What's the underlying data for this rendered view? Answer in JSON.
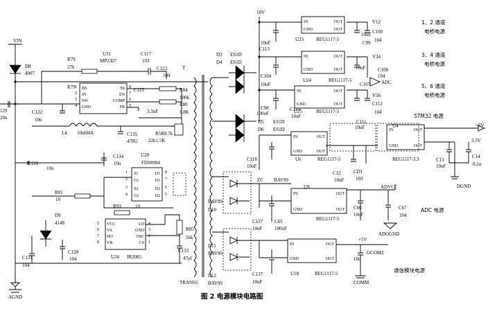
{
  "caption": "图 2 电源模块电路图",
  "input": {
    "vin": "VIN",
    "agnd": "AGND",
    "d8_ref": "D8",
    "d8_val": "4007",
    "c129_ref": "129",
    "c129_val": "20u"
  },
  "u31": {
    "ref": "U31",
    "part": "MP2307",
    "pins_left": [
      "BS",
      "IN",
      "SW",
      "GND"
    ],
    "pins_right": [
      "SS",
      "EN",
      "COMP",
      "FB"
    ],
    "pin_nums_left": [
      "1",
      "2",
      "3",
      "4"
    ],
    "pin_nums_right": [
      "8",
      "7",
      "6",
      "5"
    ]
  },
  "u31_parts": [
    {
      "ref": "R79",
      "val": "27k"
    },
    {
      "ref": "C117",
      "val": "103"
    },
    {
      "ref": "C123",
      "val": "104"
    },
    {
      "ref": "C125",
      "val": ""
    },
    {
      "ref": "R84",
      "val": "100k"
    },
    {
      "ref": "R80",
      "val": "1.8K"
    },
    {
      "ref": "C122",
      "val": "10n"
    },
    {
      "ref": "",
      "val": "3.3nF"
    },
    {
      "ref": "L4",
      "val": "10uH4A"
    },
    {
      "ref": "C135",
      "val": "470U"
    },
    {
      "ref": "",
      "val": "R5R8.7k"
    },
    {
      "ref": "",
      "val": "22k1.5K"
    }
  ],
  "u28": {
    "ref": "U28",
    "part": "FDS8984",
    "pins": [
      "S1",
      "G1",
      "S2",
      "G2",
      "D1",
      "D1",
      "D2",
      "D2"
    ],
    "nums": [
      "1",
      "2",
      "3",
      "4",
      "8",
      "7",
      "6",
      "5"
    ]
  },
  "c126": {
    "ref": "C126",
    "val": "10u"
  },
  "c134": {
    "ref": "C134",
    "val": "10u"
  },
  "u34": {
    "ref": "U34",
    "part": "IR2085",
    "pins_left": [
      "VCC",
      "VS",
      "HO",
      "VB"
    ],
    "pins_right": [
      "LO",
      "GND",
      "OSC",
      "CS"
    ],
    "nums_left": [
      "5",
      "6",
      "7",
      "8"
    ],
    "nums_right": [
      "4",
      "3",
      "2",
      "1"
    ]
  },
  "u34_parts": [
    {
      "ref": "R81",
      "val": "10"
    },
    {
      "ref": "R93",
      "val": "10"
    },
    {
      "ref": "D9",
      "val": "4148"
    },
    {
      "ref": "C128",
      "val": "104"
    },
    {
      "ref": "C131",
      "val": "104"
    },
    {
      "ref": "R85",
      "val": "56k"
    },
    {
      "ref": "C133",
      "val": "47pf"
    }
  ],
  "transformer": {
    "t_label": "T",
    "ref": "TRANS5"
  },
  "diodes": [
    {
      "ref": "D3",
      "val": "ES1D"
    },
    {
      "ref": "D4",
      "val": "ES1D"
    },
    {
      "ref": "D5",
      "val": "ES1D"
    },
    {
      "ref": "D6",
      "val": "ES1D"
    },
    {
      "ref": "D7",
      "val": "BAV99"
    },
    {
      "ref": "D10",
      "val": "BAV99"
    },
    {
      "ref": "D11",
      "val": "BAV99"
    },
    {
      "ref": "D12",
      "val": "BAV99"
    }
  ],
  "rail_10v": "10V",
  "regs": [
    {
      "ref": "U23",
      "part": "REG1117-5",
      "in": "IN",
      "out1": "OUT",
      "out2": "OUT",
      "gnd": "GND"
    },
    {
      "ref": "U24",
      "part": "REG1117-5",
      "in": "IN",
      "out1": "OUT",
      "out2": "OUT",
      "gnd": "GND"
    },
    {
      "ref": "U25",
      "part": "REG1117-5",
      "in": "IN",
      "out1": "OUT",
      "out2": "OUT",
      "gnd": "GND"
    },
    {
      "ref": "U6",
      "part": "REG1117-5",
      "in": "IN",
      "out1": "OUT",
      "out2": "OUT",
      "gnd": "GND"
    },
    {
      "ref": "U4",
      "part": "REG1117-3.3",
      "in": "IN",
      "out1": "OUT",
      "out2": "OUT",
      "gnd": "GND"
    },
    {
      "ref": "U9",
      "part": "REG1117-5",
      "in": "IN",
      "out1": "OUT",
      "out2": "OUT",
      "gnd": "GND"
    },
    {
      "ref": "U18",
      "part": "REG1117-5",
      "in": "IN",
      "out1": "OUT",
      "out2": "OUT",
      "gnd": "GND"
    }
  ],
  "caps": [
    {
      "ref": "C113",
      "val": "10uF"
    },
    {
      "ref": "C99",
      "val": "10uF"
    },
    {
      "ref": "C100",
      "val": "104"
    },
    {
      "ref": "C104",
      "val": "10uF"
    },
    {
      "ref": "C108",
      "val": "104"
    },
    {
      "ref": "C98",
      "val": "100uF"
    },
    {
      "ref": "C110",
      "val": "10uF"
    },
    {
      "ref": "C107",
      "val": "10uF"
    },
    {
      "ref": "C112",
      "val": "104"
    },
    {
      "ref": "C111",
      "val": "10uF"
    },
    {
      "ref": "C118",
      "val": "10uF"
    },
    {
      "ref": "C12",
      "val": "10uF"
    },
    {
      "ref": "CD1",
      "val": "103"
    },
    {
      "ref": "C13",
      "val": "10uF"
    },
    {
      "ref": "C14",
      "val": "0.1u"
    },
    {
      "ref": "C127",
      "val": "10uF"
    },
    {
      "ref": "C65",
      "val": "100uF"
    },
    {
      "ref": "C66",
      "val": "10uF"
    },
    {
      "ref": "C67",
      "val": "104"
    },
    {
      "ref": "C137",
      "val": "10uF"
    },
    {
      "ref": "C",
      "val": "10u"
    }
  ],
  "nets": {
    "v12": "V12",
    "v34": "V34",
    "v56": "V56",
    "adc": "ADC",
    "p5v": "+5V",
    "p33v": "3.3V",
    "dgnd": "DGND",
    "advcc": "ADVCC",
    "adognd": "ADOGND",
    "p5v2": "+5V",
    "gcom2": "GCOM2",
    "comm": "COMM"
  },
  "notes": {
    "bridge12": [
      "1、2 通道",
      "电桥电源"
    ],
    "bridge34": [
      "3、4 通道",
      "电桥电源"
    ],
    "bridge56": [
      "5、6 通道",
      "电桥电源"
    ],
    "stm32": "STM32 电源",
    "adc_power": "ADC 电源",
    "comm_power": "通信模块电源"
  }
}
